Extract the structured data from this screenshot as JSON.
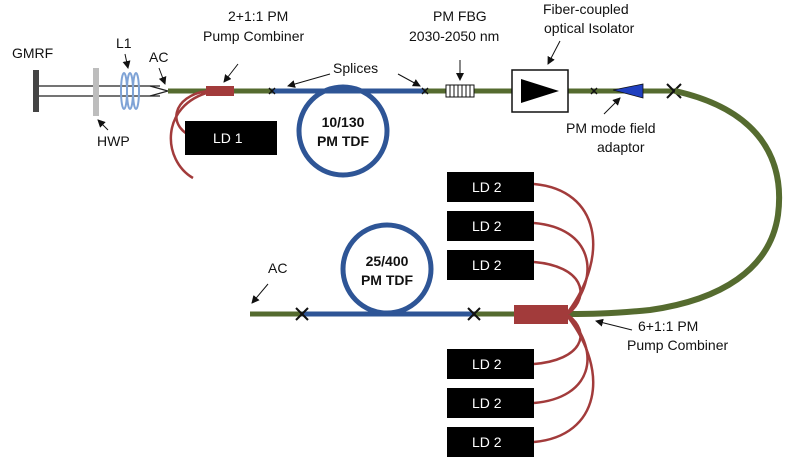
{
  "colors": {
    "fiber_green": "#556b2f",
    "fiber_blue": "#2e5596",
    "fiber_red": "#a23b3b",
    "combiner": "#a23b3b",
    "ld_box": "#000000",
    "adaptor": "#1f3fbf"
  },
  "labels": {
    "gmrf": "GMRF",
    "hwp": "HWP",
    "l1": "L1",
    "ac_top": "AC",
    "pump_combiner_1_line1": "2+1:1 PM",
    "pump_combiner_1_line2": "Pump Combiner",
    "splices": "Splices",
    "fbg_line1": "PM FBG",
    "fbg_line2": "2030-2050 nm",
    "isolator_line1": "Fiber-coupled",
    "isolator_line2": "optical Isolator",
    "adaptor_line1": "PM mode field",
    "adaptor_line2": "adaptor",
    "tdf1_line1": "10/130",
    "tdf1_line2": "PM TDF",
    "tdf2_line1": "25/400",
    "tdf2_line2": "PM TDF",
    "ac_bottom": "AC",
    "pump_combiner_2_line1": "6+1:1 PM",
    "pump_combiner_2_line2": "Pump Combiner"
  },
  "laser_diodes": {
    "ld1": "LD 1",
    "ld2_upper": [
      "LD 2",
      "LD 2",
      "LD 2"
    ],
    "ld2_lower": [
      "LD 2",
      "LD 2",
      "LD 2"
    ]
  }
}
